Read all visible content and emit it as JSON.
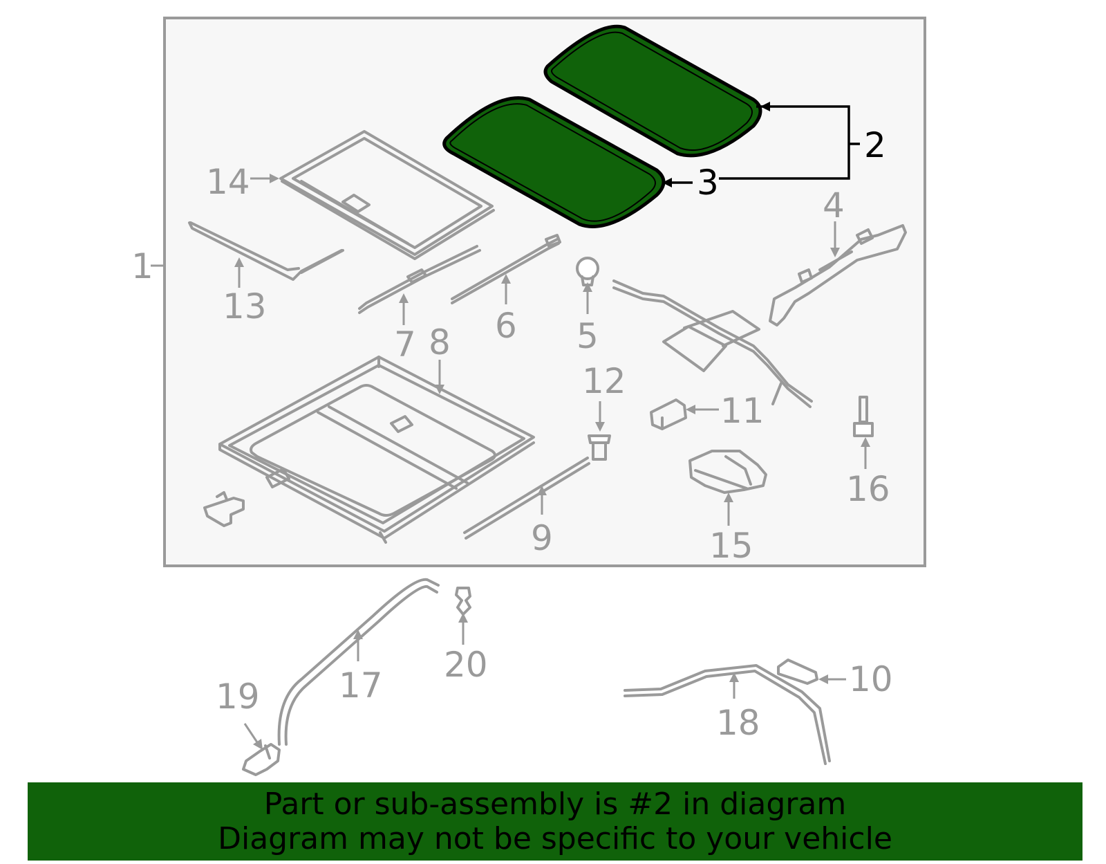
{
  "colors": {
    "highlight": "#10620a",
    "part_stroke": "#9a9a9a",
    "box_fill": "#f7f7f7",
    "banner": "#10620a"
  },
  "callouts": {
    "c1": "1",
    "c2": "2",
    "c3": "3",
    "c4": "4",
    "c5": "5",
    "c6": "6",
    "c7": "7",
    "c8": "8",
    "c9": "9",
    "c10": "10",
    "c11": "11",
    "c12": "12",
    "c13": "13",
    "c14": "14",
    "c15": "15",
    "c16": "16",
    "c17": "17",
    "c18": "18",
    "c19": "19",
    "c20": "20"
  },
  "banner": {
    "line1": "Part or sub-assembly is #2 in diagram",
    "line2": "Diagram may not be specific to your vehicle"
  }
}
